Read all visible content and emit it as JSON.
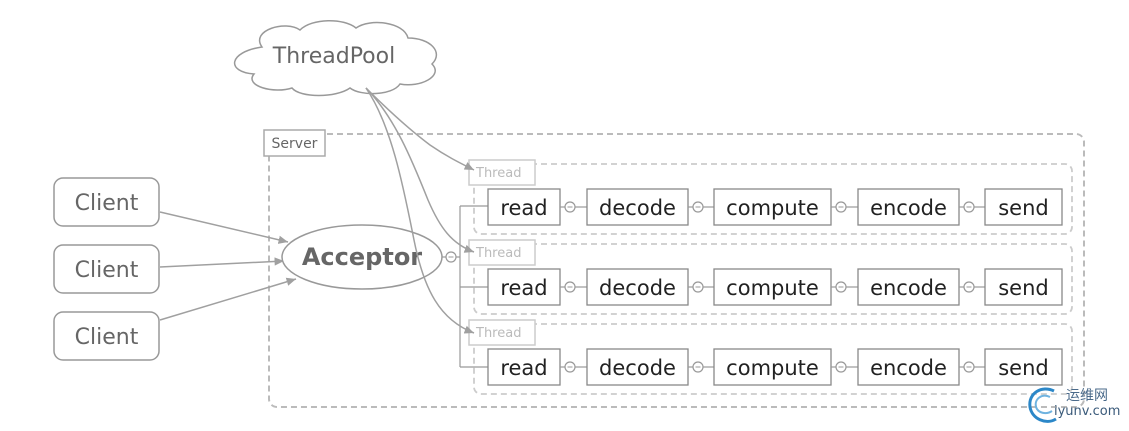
{
  "threadpool": {
    "label": "ThreadPool"
  },
  "server": {
    "label": "Server"
  },
  "acceptor": {
    "label": "Acceptor"
  },
  "clients": [
    {
      "label": "Client"
    },
    {
      "label": "Client"
    },
    {
      "label": "Client"
    }
  ],
  "threads": [
    {
      "label": "Thread",
      "stages": [
        "read",
        "decode",
        "compute",
        "encode",
        "send"
      ]
    },
    {
      "label": "Thread",
      "stages": [
        "read",
        "decode",
        "compute",
        "encode",
        "send"
      ]
    },
    {
      "label": "Thread",
      "stages": [
        "read",
        "decode",
        "compute",
        "encode",
        "send"
      ]
    }
  ],
  "watermark": {
    "name": "运维网",
    "domain": "iyunv.com"
  },
  "colors": {
    "stroke": "#999999",
    "dashed": "#bbbbbb",
    "thread_label": "#bbbbbb",
    "text": "#222222",
    "muted": "#666666"
  }
}
